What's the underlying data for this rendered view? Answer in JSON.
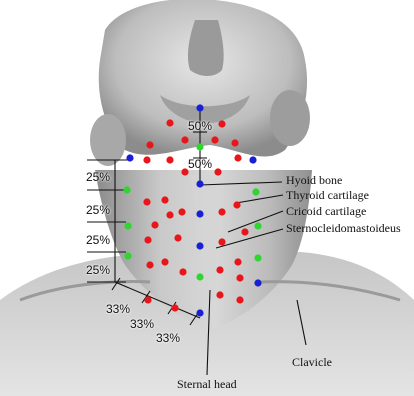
{
  "labels": {
    "hyoid": "Hyoid bone",
    "thyroid": "Thyroid cartilage",
    "cricoid": "Cricoid cartilage",
    "scm": "Sternocleidomastoideus",
    "clavicle": "Clavicle",
    "sternal_head": "Sternal head"
  },
  "percentages": {
    "p50_top": "50%",
    "p50_bottom": "50%",
    "p25_1": "25%",
    "p25_2": "25%",
    "p25_3": "25%",
    "p25_4": "25%",
    "p33_1": "33%",
    "p33_2": "33%",
    "p33_3": "33%"
  },
  "colors": {
    "red_dot": "#e8161b",
    "green_dot": "#2fd62f",
    "blue_dot": "#1a1fd6",
    "line": "#111111"
  }
}
